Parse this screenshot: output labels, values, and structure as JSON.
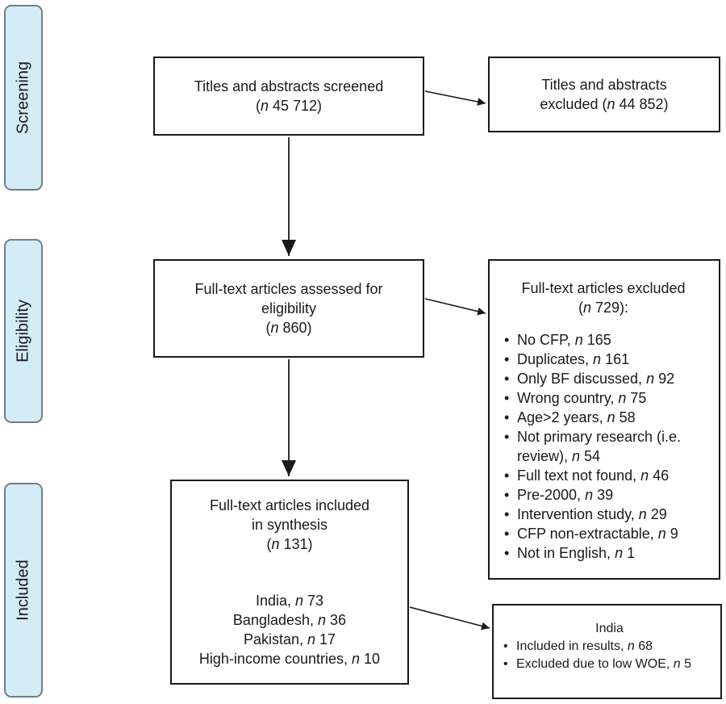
{
  "phases": {
    "screening": "Screening",
    "eligibility": "Eligibility",
    "included": "Included"
  },
  "screened": {
    "line1": "Titles and abstracts screened",
    "line2": "(n 45 712)"
  },
  "screened_excluded": {
    "line1": "Titles and abstracts",
    "line2": "excluded (n 44 852)"
  },
  "assessed": {
    "line1": "Full-text articles assessed for",
    "line2": "eligibility",
    "line3": "(n 860)"
  },
  "fulltext_excluded": {
    "title1": "Full-text articles excluded",
    "title2": "(n 729):",
    "items": [
      "No CFP, n 165",
      "Duplicates, n 161",
      "Only BF discussed, n 92",
      "Wrong country, n 75",
      "Age>2 years, n 58",
      "Not primary research (i.e. review), n 54",
      "Full text not found, n 46",
      "Pre-2000, n 39",
      "Intervention study, n 29",
      "CFP non-extractable, n 9",
      "Not in English, n 1"
    ]
  },
  "included": {
    "line1": "Full-text articles included",
    "line2": "in synthesis",
    "line3": "(n 131)",
    "countries": [
      "India, n 73",
      "Bangladesh, n 36",
      "Pakistan, n 17",
      "High-income countries, n 10"
    ]
  },
  "india": {
    "title": "India",
    "items": [
      "Included in results, n 68",
      "Excluded due to low WOE, n 5"
    ]
  }
}
